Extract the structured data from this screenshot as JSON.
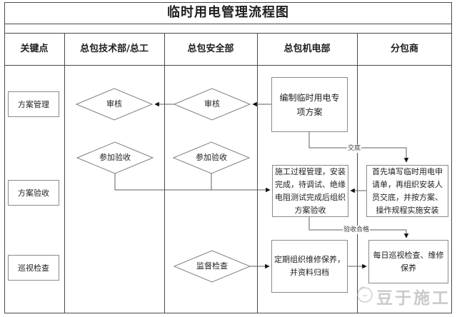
{
  "title": "临时用电管理流程图",
  "columns": [
    {
      "label": "关键点"
    },
    {
      "label": "总包技术部/总工"
    },
    {
      "label": "总包安全部"
    },
    {
      "label": "总包机电部"
    },
    {
      "label": "分包商"
    }
  ],
  "key_points": [
    {
      "label": "方案管理"
    },
    {
      "label": "方案验收"
    },
    {
      "label": "巡视检查"
    }
  ],
  "nodes": {
    "review_tech": {
      "label": "审核",
      "shape": "diamond",
      "lane": "总包技术部/总工"
    },
    "review_safety": {
      "label": "审核",
      "shape": "diamond",
      "lane": "总包安全部"
    },
    "draft_plan": {
      "label": "编制临时用电专项方案",
      "shape": "rect",
      "lane": "总包机电部"
    },
    "join_accept_tech": {
      "label": "参加验收",
      "shape": "diamond",
      "lane": "总包技术部/总工"
    },
    "join_accept_safety": {
      "label": "参加验收",
      "shape": "diamond",
      "lane": "总包安全部"
    },
    "construction_manage": {
      "label": "施工过程管理，安装完成，待调试、绝缘电阻测试完成后组织方案验收",
      "shape": "rect",
      "lane": "总包机电部"
    },
    "apply_install": {
      "label": "首先填写临时用电申请单，再组织安装人员交底，并按方案、操作规程实施安装",
      "shape": "rect",
      "lane": "分包商"
    },
    "supervise_check": {
      "label": "监督检查",
      "shape": "diamond",
      "lane": "总包安全部"
    },
    "periodic_maintain": {
      "label": "定期组织维修保养，并资料归档",
      "shape": "rect",
      "lane": "总包机电部"
    },
    "daily_patrol": {
      "label": "每日巡视检查、维修保养",
      "shape": "rect",
      "lane": "分包商"
    }
  },
  "edge_labels": {
    "briefing": "交底",
    "acceptance_pass": "验收合格"
  },
  "watermark": {
    "text": "豆于施工"
  },
  "colors": {
    "grid": "#4a4a4a",
    "shape_stroke": "#8a8a8a",
    "diamond_stroke": "#7f7f7f",
    "connector": "#5f5f5f",
    "arrowhead": "#111111",
    "text": "#1e1e1e",
    "watermark": "#bdbdbd"
  }
}
